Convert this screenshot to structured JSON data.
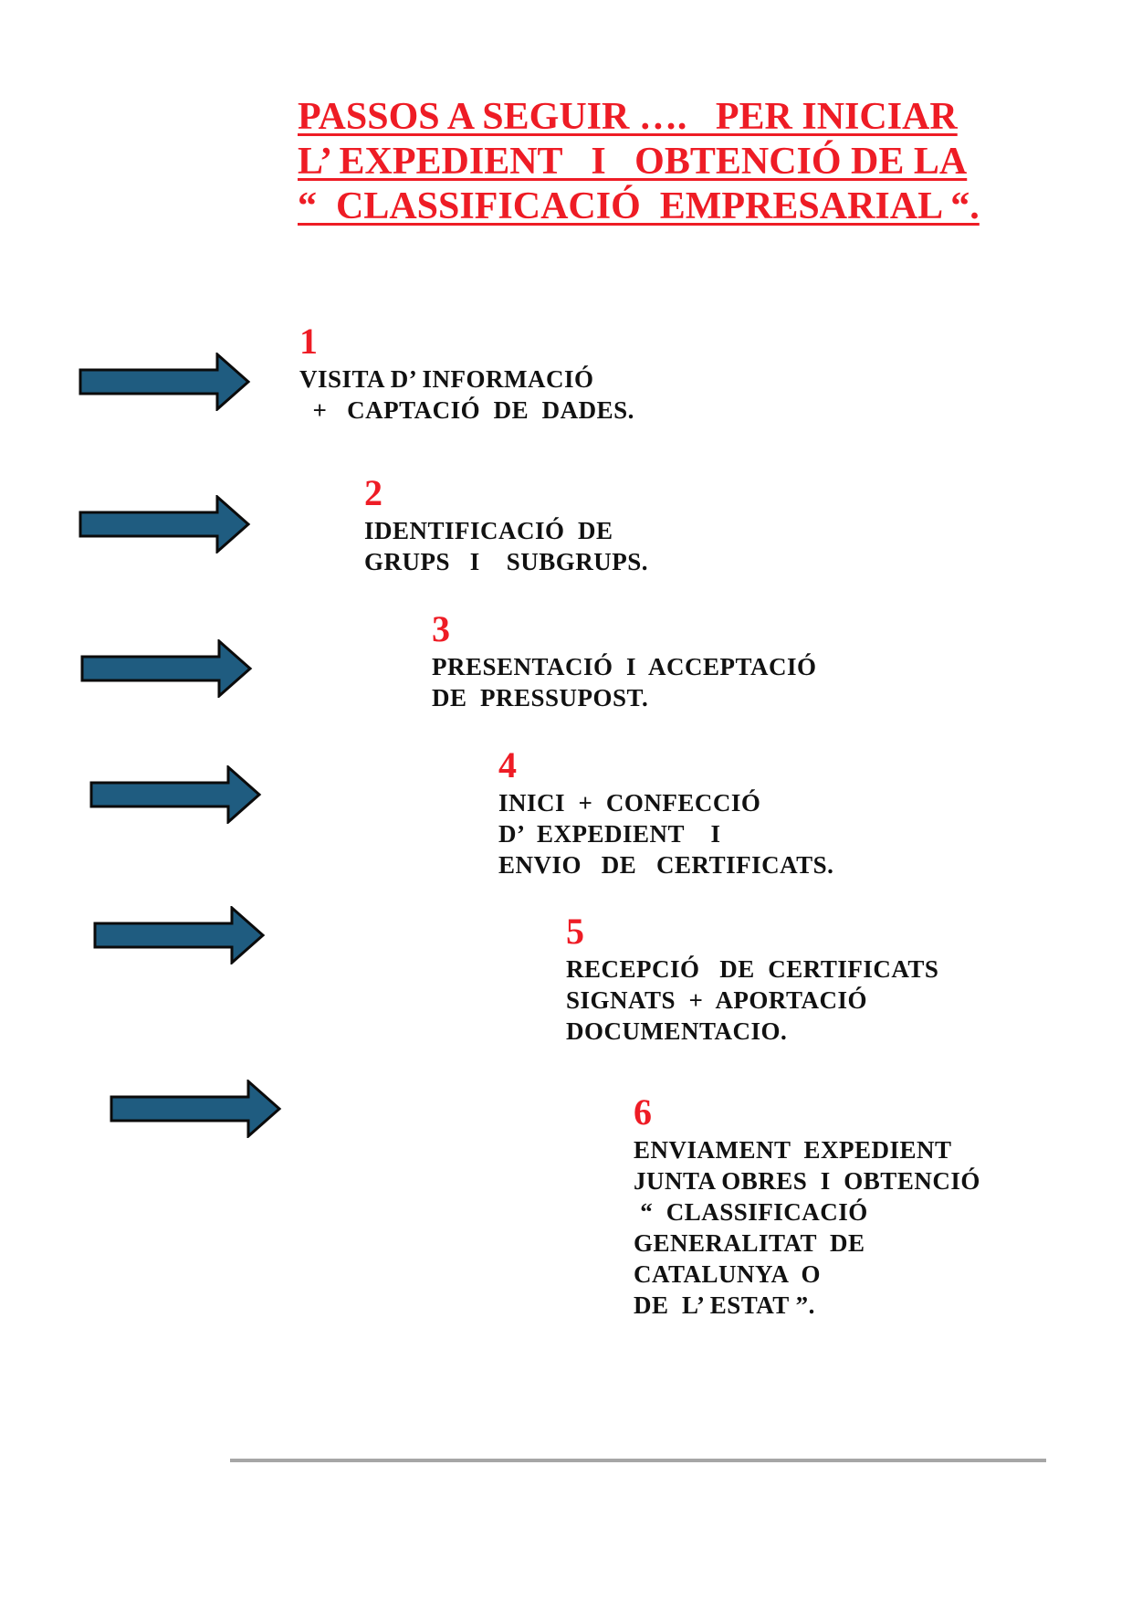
{
  "title": {
    "lines": [
      "PASSOS A SEGUIR ….   PER INICIAR",
      "L’ EXPEDIENT   I   OBTENCIÓ DE LA",
      "“  CLASSIFICACIÓ  EMPRESARIAL “."
    ],
    "color": "#ee1c25"
  },
  "arrow": {
    "icon": "right-arrow-icon",
    "fill": "#1f5c80",
    "stroke": "#0b0b0b"
  },
  "steps": [
    {
      "number": "1",
      "lines": [
        "VISITA D’ INFORMACIÓ",
        "  +   CAPTACIÓ  DE  DADES."
      ]
    },
    {
      "number": "2",
      "lines": [
        "IDENTIFICACIÓ  DE",
        "GRUPS   I    SUBGRUPS."
      ]
    },
    {
      "number": "3",
      "lines": [
        "PRESENTACIÓ  I  ACCEPTACIÓ",
        "DE  PRESSUPOST."
      ]
    },
    {
      "number": "4",
      "lines": [
        "INICI  +  CONFECCIÓ",
        "D’  EXPEDIENT    I",
        "ENVIO   DE   CERTIFICATS."
      ]
    },
    {
      "number": "5",
      "lines": [
        "RECEPCIÓ   DE  CERTIFICATS",
        "SIGNATS  +  APORTACIÓ",
        "DOCUMENTACIO."
      ]
    },
    {
      "number": "6",
      "lines": [
        "ENVIAMENT  EXPEDIENT",
        "JUNTA OBRES  I  OBTENCIÓ",
        " “  CLASSIFICACIÓ",
        "GENERALITAT  DE",
        "CATALUNYA  O",
        "DE  L’ ESTAT ”."
      ]
    }
  ]
}
